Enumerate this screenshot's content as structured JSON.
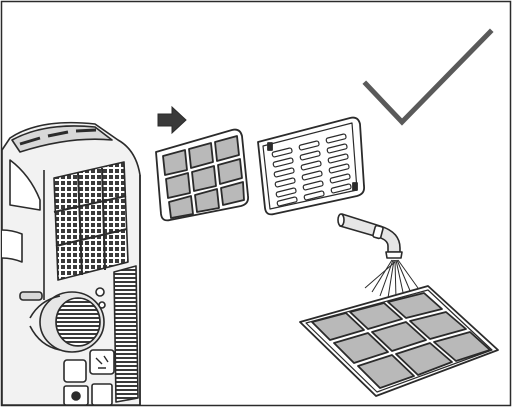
{
  "figure": {
    "panels": [
      "air-conditioner-unit",
      "push-arrow",
      "front-filter-grid",
      "rear-filter-frame",
      "checkmark",
      "water-tap",
      "water-spray",
      "washed-filter"
    ],
    "colors": {
      "background": "#ffffff",
      "line": "#2b2b2b",
      "filter_mesh": "#b9b9b9",
      "unit_body": "#d8d8d8",
      "check": "#5a5a5a"
    }
  }
}
